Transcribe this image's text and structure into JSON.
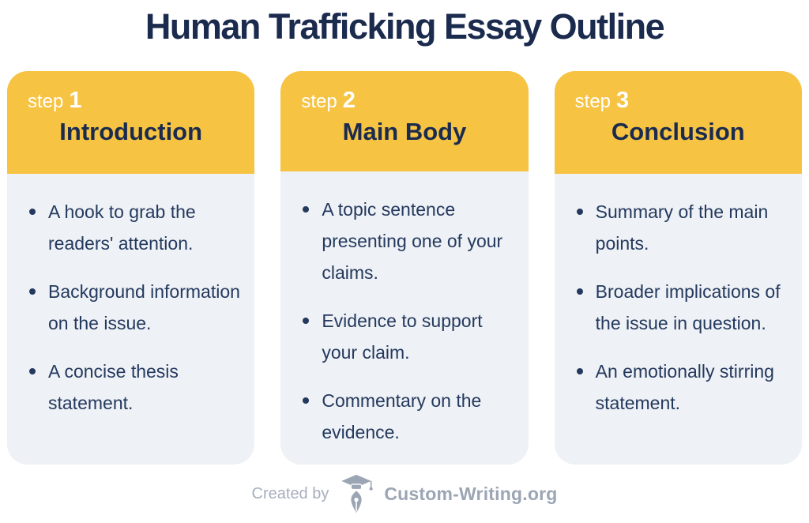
{
  "page": {
    "title": "Human Trafficking Essay Outline"
  },
  "colors": {
    "accent_yellow": "#F6C343",
    "navy": "#1B2B4E",
    "bullet_text": "#24395E",
    "card_body_bg": "#EEF1F5",
    "footer_text": "#A8AFBD",
    "logo_gray": "#9CA5B4",
    "page_bg": "#FFFFFF"
  },
  "icons": {
    "logo": "graduation-cap-pen-nib-icon",
    "bullet": "filled-circle-dot"
  },
  "columns": [
    {
      "step_label": "step",
      "step_number": "1",
      "heading": "Introduction",
      "bullets": [
        "A hook to grab the readers' attention.",
        "Background information on the issue.",
        "A concise thesis statement."
      ]
    },
    {
      "step_label": "step",
      "step_number": "2",
      "heading": "Main Body",
      "bullets": [
        "A topic sentence presenting one of your claims.",
        "Evidence to support your claim.",
        "Commentary on the evidence."
      ]
    },
    {
      "step_label": "step",
      "step_number": "3",
      "heading": "Conclusion",
      "bullets": [
        "Summary of the main points.",
        "Broader implications of the issue in question.",
        "An emotionally stirring statement."
      ]
    }
  ],
  "footer": {
    "created_by": "Created by",
    "brand": "Custom-Writing.org"
  }
}
